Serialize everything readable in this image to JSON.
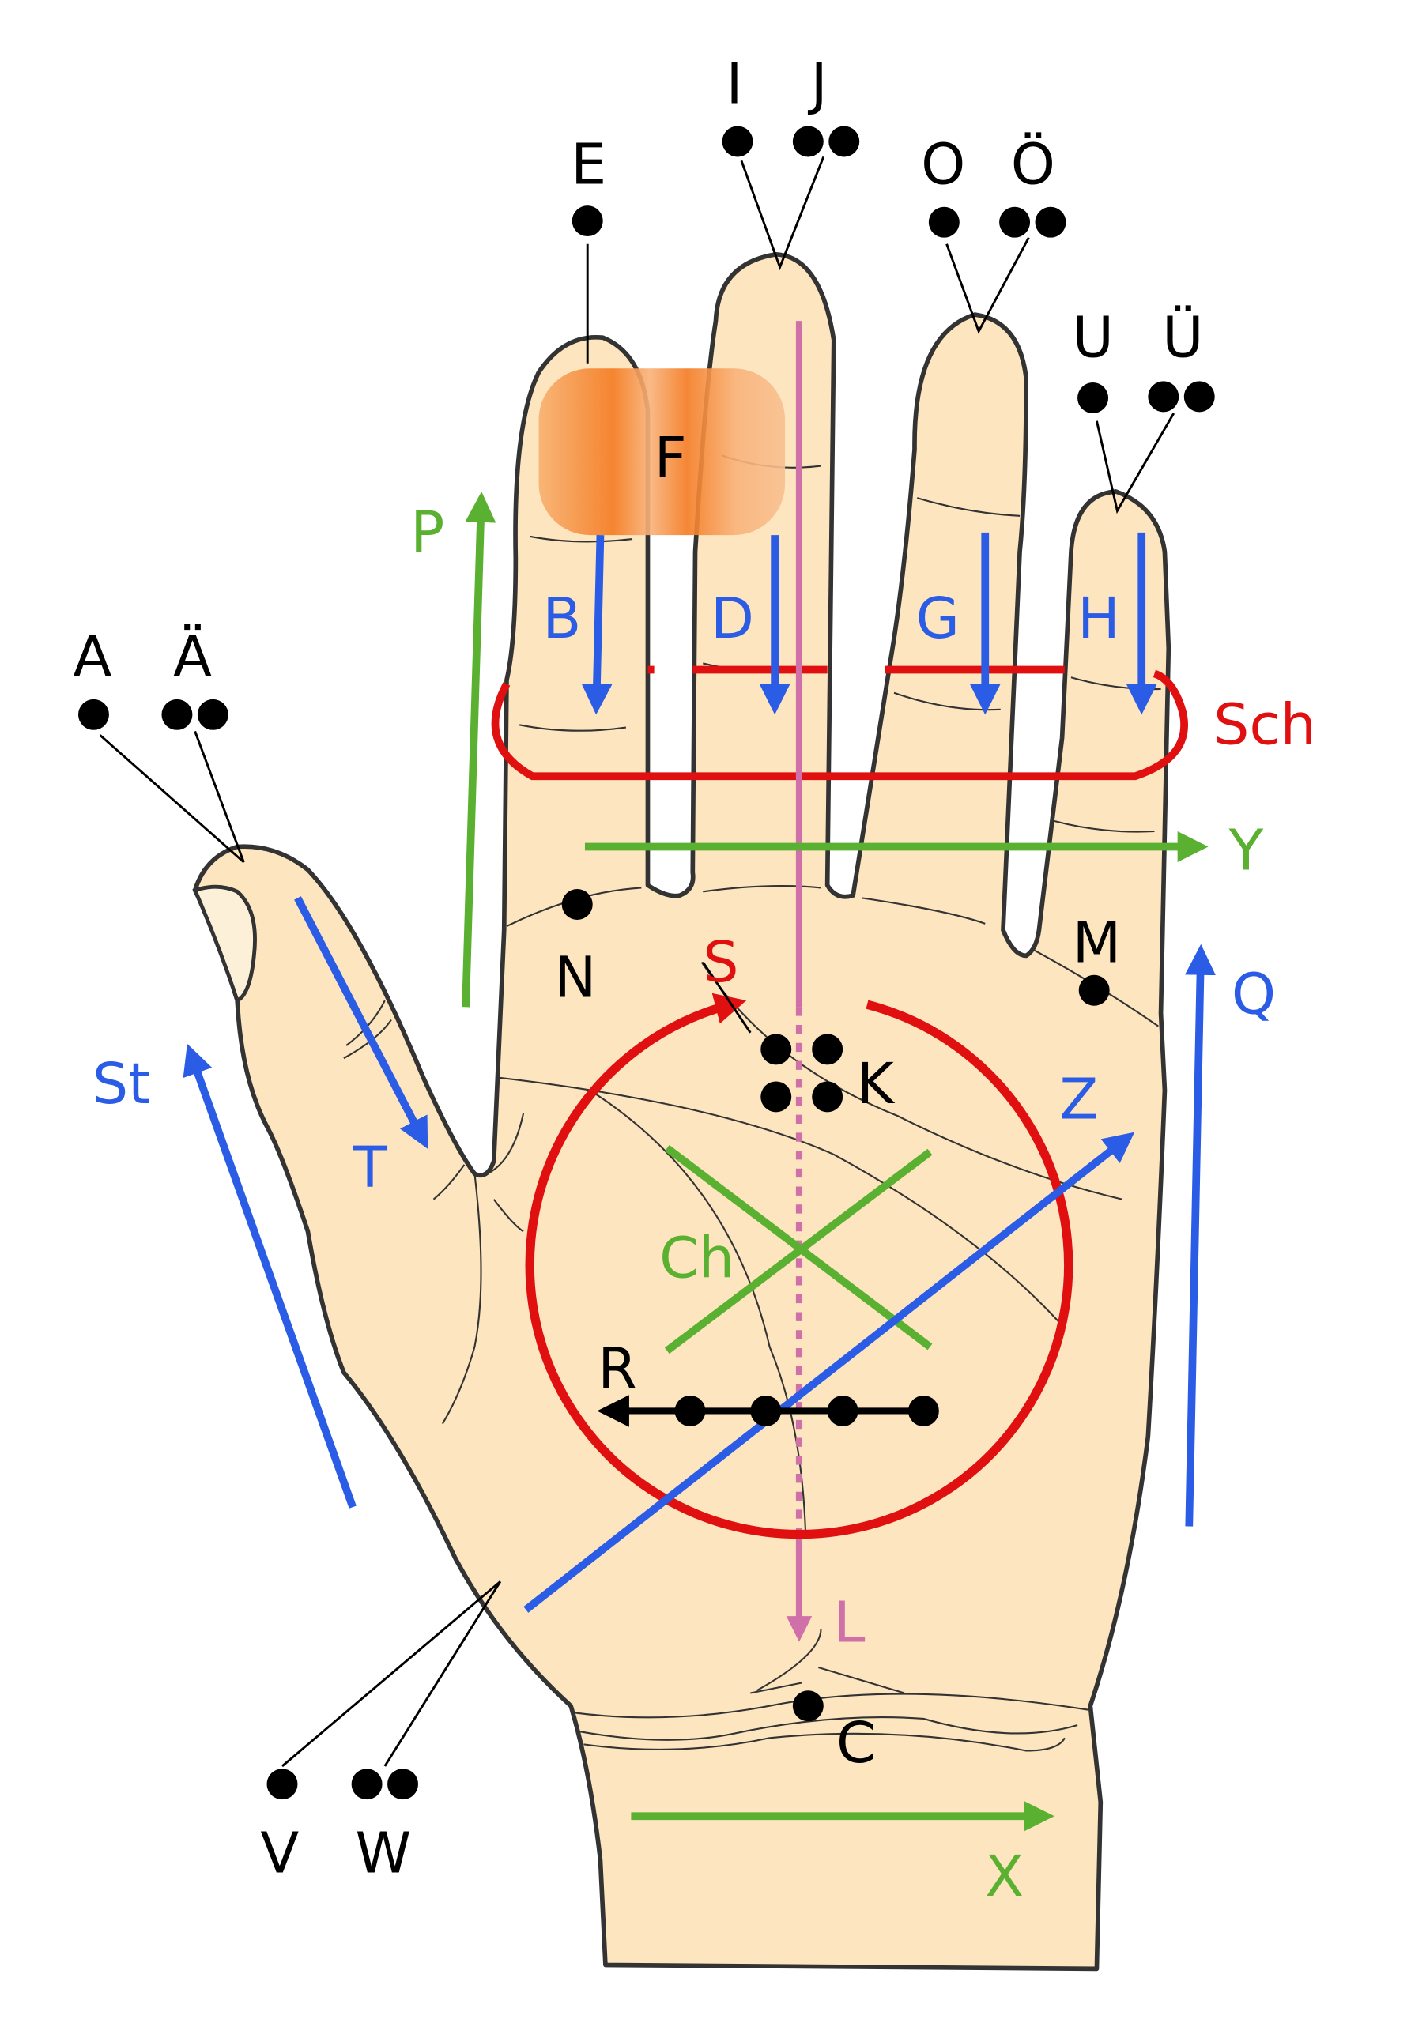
{
  "colors": {
    "skin": "#fde5bf",
    "outline": "#333333",
    "green": "#5ab030",
    "blue": "#2b5ce6",
    "red": "#e01010",
    "pink": "#d070a8",
    "orange": "#f58a35",
    "black": "#000000"
  },
  "labels": {
    "A": "A",
    "AE": "Ä",
    "E": "E",
    "I": "I",
    "J": "J",
    "O": "O",
    "OE": "Ö",
    "U": "U",
    "UE": "Ü",
    "F": "F",
    "B": "B",
    "D": "D",
    "G": "G",
    "H": "H",
    "P": "P",
    "Sch": "Sch",
    "Y": "Y",
    "N": "N",
    "M": "M",
    "S": "S",
    "K": "K",
    "Q": "Q",
    "St": "St",
    "T": "T",
    "Z": "Z",
    "Ch": "Ch",
    "R": "R",
    "L": "L",
    "C": "C",
    "V": "V",
    "W": "W",
    "X": "X"
  }
}
